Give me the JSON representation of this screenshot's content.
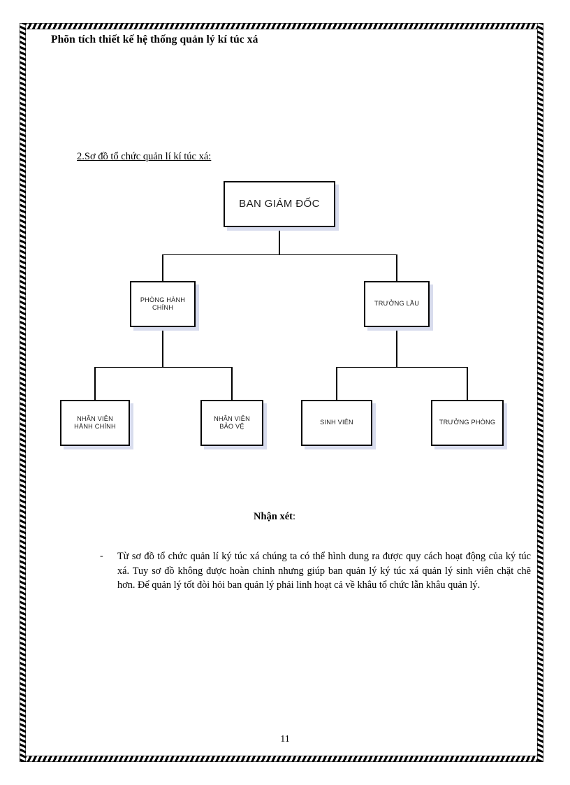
{
  "document": {
    "title": "Phõn tích thiết kế hệ thống quản lý kí túc xá",
    "section_heading": "2.Sơ đồ tổ chức quản  lí kí túc xá:",
    "page_number": "11",
    "border_style": "hatched-art-border"
  },
  "org_chart": {
    "root": {
      "label": "BAN GIÁM ĐỐC"
    },
    "level2": [
      {
        "line1": "PHÒNG HÀNH",
        "line2": "CHÍNH"
      },
      {
        "line1": "TRƯỞNG LẦU",
        "line2": ""
      }
    ],
    "level3": [
      {
        "line1": "NHÂN VIÊN",
        "line2": "HÀNH CHÍNH"
      },
      {
        "line1": "NHÂN VIÊN",
        "line2": "BẢO VỆ"
      },
      {
        "line1": "SINH VIÊN",
        "line2": ""
      },
      {
        "line1": "TRƯỞNG PHÒNG",
        "line2": ""
      }
    ],
    "colors": {
      "box_border": "#000000",
      "box_fill": "#ffffff",
      "box_shadow": "#d8dced",
      "connector": "#000000"
    }
  },
  "remark": {
    "heading_bold": "Nhận xét",
    "heading_colon": ":",
    "bullet_marker": "-",
    "paragraph": "Từ sơ đồ tổ chức quản lí ký túc xá chúng ta có thể hình dung ra được quy cách hoạt động của ký túc xá. Tuy sơ đồ không được hoàn chỉnh nhưng giúp ban quản lý ký túc xá quản lý sinh viên chặt chẽ hơn. Để quản lý tốt đòi hỏi ban quản lý phải linh hoạt cả về khâu tổ chức lẫn khâu quản lý."
  }
}
